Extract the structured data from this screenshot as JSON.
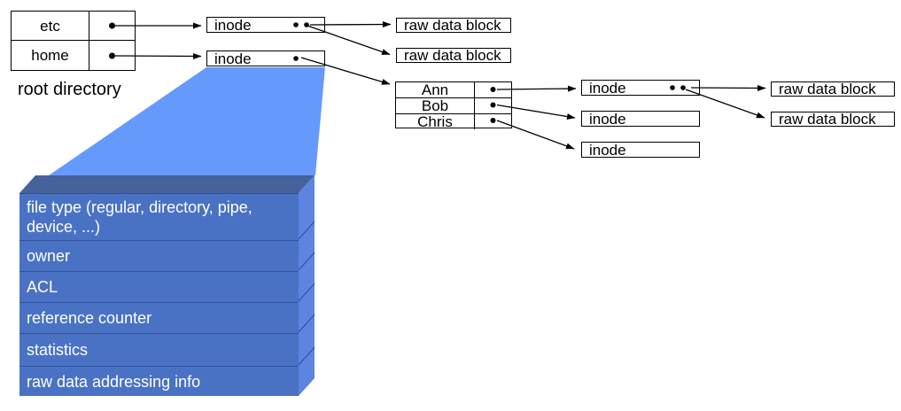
{
  "labels": {
    "root_directory": "root directory",
    "inode": "inode",
    "raw_data_block": "raw data block"
  },
  "root_directory": {
    "entries": [
      {
        "name": "etc"
      },
      {
        "name": "home"
      }
    ]
  },
  "home_directory": {
    "entries": [
      {
        "name": "Ann"
      },
      {
        "name": "Bob"
      },
      {
        "name": "Chris"
      }
    ]
  },
  "inode_structure": {
    "rows": [
      {
        "label": "file type (regular, directory, pipe, device, ...)"
      },
      {
        "label": "owner"
      },
      {
        "label": "ACL"
      },
      {
        "label": "reference counter"
      },
      {
        "label": "statistics"
      },
      {
        "label": "raw data addressing info"
      }
    ]
  },
  "colors": {
    "funnel": "#6699FC",
    "stack_front": "#4A72C4",
    "stack_top_face": "#45629B",
    "stack_side_face": "#5C85E2",
    "stack_divider": "#35539B",
    "box_border": "#000000",
    "arrow": "#000000",
    "text_light": "#FFFFFF",
    "background": "#FFFFFF"
  }
}
